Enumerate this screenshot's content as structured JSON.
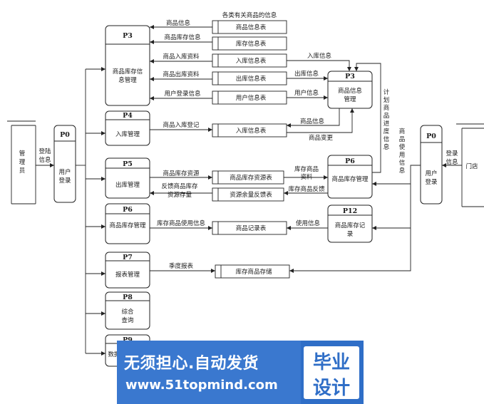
{
  "entities": {
    "admin": "管理员",
    "store": "门店"
  },
  "processes": {
    "p0_left": {
      "id": "P0",
      "name": "用户登录"
    },
    "p0_right": {
      "id": "P0",
      "name": "用户登录"
    },
    "p3_main": {
      "id": "P3",
      "name": "商品库存信息管理"
    },
    "p3_info": {
      "id": "P3",
      "name": "商品信息管理"
    },
    "p4": {
      "id": "P4",
      "name": "入库管理"
    },
    "p5": {
      "id": "P5",
      "name": "出库管理"
    },
    "p6_left": {
      "id": "P6",
      "name": "商品库存管理"
    },
    "p6_right": {
      "id": "P6",
      "name": "商品库存管理"
    },
    "p7": {
      "id": "P7",
      "name": "报表管理"
    },
    "p8": {
      "id": "P8",
      "name": "综合查询"
    },
    "p9": {
      "id": "P9",
      "name": "数据"
    },
    "p12": {
      "id": "P12",
      "name": "商品库存记录"
    }
  },
  "stores": {
    "header": "各类有关商品的信息",
    "goods_info": "商品信息表",
    "stock_info": "库存信息表",
    "in_info": "入库信息表",
    "out_info": "出库信息表",
    "user_info": "用户信息表",
    "in_info2": "入库信息表",
    "resource": "商品库存资源表",
    "feedback": "资源余量反馈表",
    "record": "商品记录表",
    "storage": "库存商品存储"
  },
  "flows": {
    "login_left": "登陆信息",
    "login_right": "登录信息",
    "goods_info": "商品信息",
    "stock_info": "商品库存信息",
    "in_data": "商品入库资料",
    "out_data": "商品出库资料",
    "user_login": "用户登录信息",
    "in_info": "入库信息",
    "out_info": "出库信息",
    "user_info": "用户信息",
    "in_register": "商品入库登记",
    "goods_info2": "商品信息",
    "goods_change": "商品变更",
    "plan": "计划商品进度信息",
    "usage": "商品使用信息",
    "res_out": "商品库存资源",
    "feedback_in": "反馈商品库存资源存量",
    "stock_data": "库存商品资料",
    "stock_feedback": "库存商品反馈",
    "use_info": "库存商品使用信息",
    "use_info2": "使用信息",
    "quarterly": "季度报表"
  },
  "banner": {
    "slogan": "无须担心.自动发货",
    "site": "www.51topmind.com",
    "badge_line1": "毕业",
    "badge_line2": "设计"
  }
}
